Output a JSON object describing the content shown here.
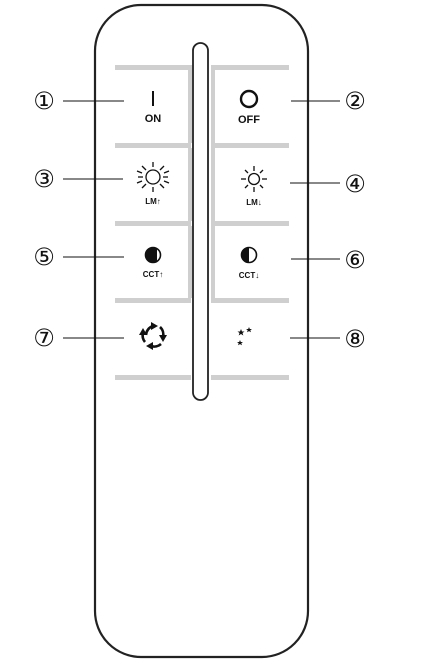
{
  "buttons": [
    {
      "id": 1,
      "callout": "①",
      "label": "ON",
      "icon": "power-on-icon"
    },
    {
      "id": 2,
      "callout": "②",
      "label": "OFF",
      "icon": "power-off-icon"
    },
    {
      "id": 3,
      "callout": "③",
      "label": "LM↑",
      "icon": "brightness-up-icon"
    },
    {
      "id": 4,
      "callout": "④",
      "label": "LM↓",
      "icon": "brightness-down-icon"
    },
    {
      "id": 5,
      "callout": "⑤",
      "label": "CCT↑",
      "icon": "cct-up-icon"
    },
    {
      "id": 6,
      "callout": "⑥",
      "label": "CCT↓",
      "icon": "cct-down-icon"
    },
    {
      "id": 7,
      "callout": "⑦",
      "label": "",
      "icon": "cycle-icon"
    },
    {
      "id": 8,
      "callout": "⑧",
      "label": "",
      "icon": "night-moon-icon"
    }
  ]
}
